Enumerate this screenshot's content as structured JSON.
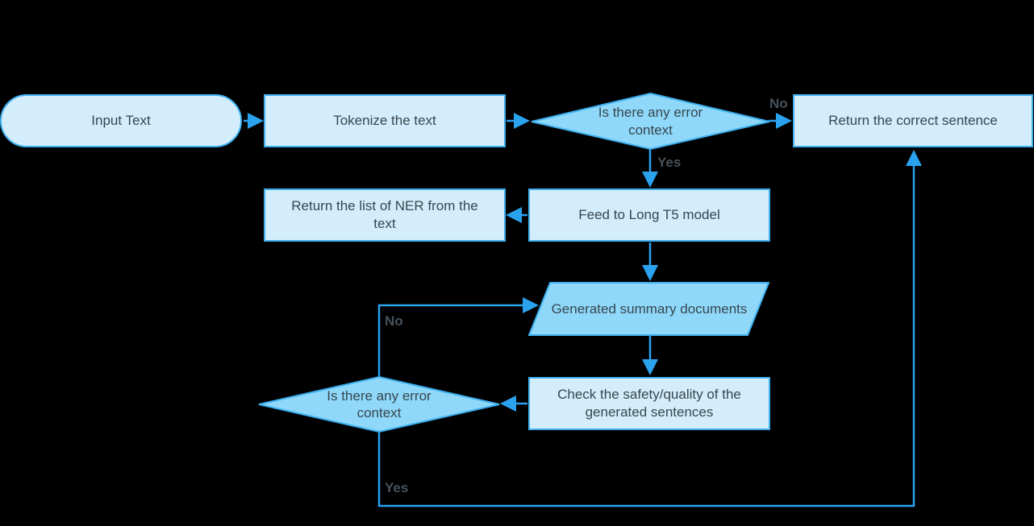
{
  "colors": {
    "background": "#000000",
    "process_fill": "#d3edfc",
    "accent_fill": "#8fd8f9",
    "shape_border": "#3eb0f0",
    "arrow": "#2ba2ee",
    "shape_text": "#37474f",
    "edge_label_text": "#47525c"
  },
  "nodes": {
    "input_text": "Input Text",
    "tokenize": "Tokenize the text",
    "decision_top": "Is there any error context",
    "return_correct": "Return the correct sentence",
    "feed_t5": "Feed to Long T5 model",
    "return_ner": "Return the list of NER from the text",
    "generated_summary": "Generated summary documents",
    "check_safety": "Check the safety/quality of the generated sentences",
    "decision_bottom": "Is there any error context"
  },
  "edge_labels": {
    "decision_top_no": "No",
    "decision_top_yes": "Yes",
    "decision_bottom_no": "No",
    "decision_bottom_yes": "Yes"
  }
}
